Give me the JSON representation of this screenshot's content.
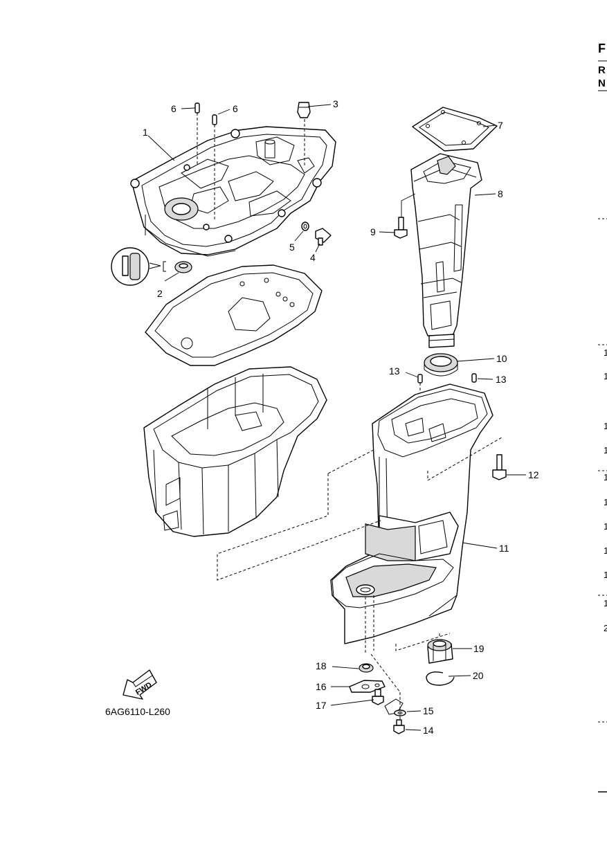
{
  "diagram": {
    "code": "6AG6110-L260",
    "fwd_label": "FWD",
    "callouts": [
      "1",
      "2",
      "3",
      "4",
      "5",
      "6",
      "6",
      "7",
      "8",
      "9",
      "10",
      "11",
      "12",
      "13",
      "13",
      "14",
      "15",
      "16",
      "17",
      "18",
      "19",
      "20"
    ]
  },
  "edge": {
    "header_letters": [
      "F",
      "R",
      "N"
    ],
    "row_marks": [
      "1",
      "1",
      "1",
      "1",
      "1",
      "1",
      "1",
      "1",
      "1",
      "1",
      "2"
    ]
  }
}
